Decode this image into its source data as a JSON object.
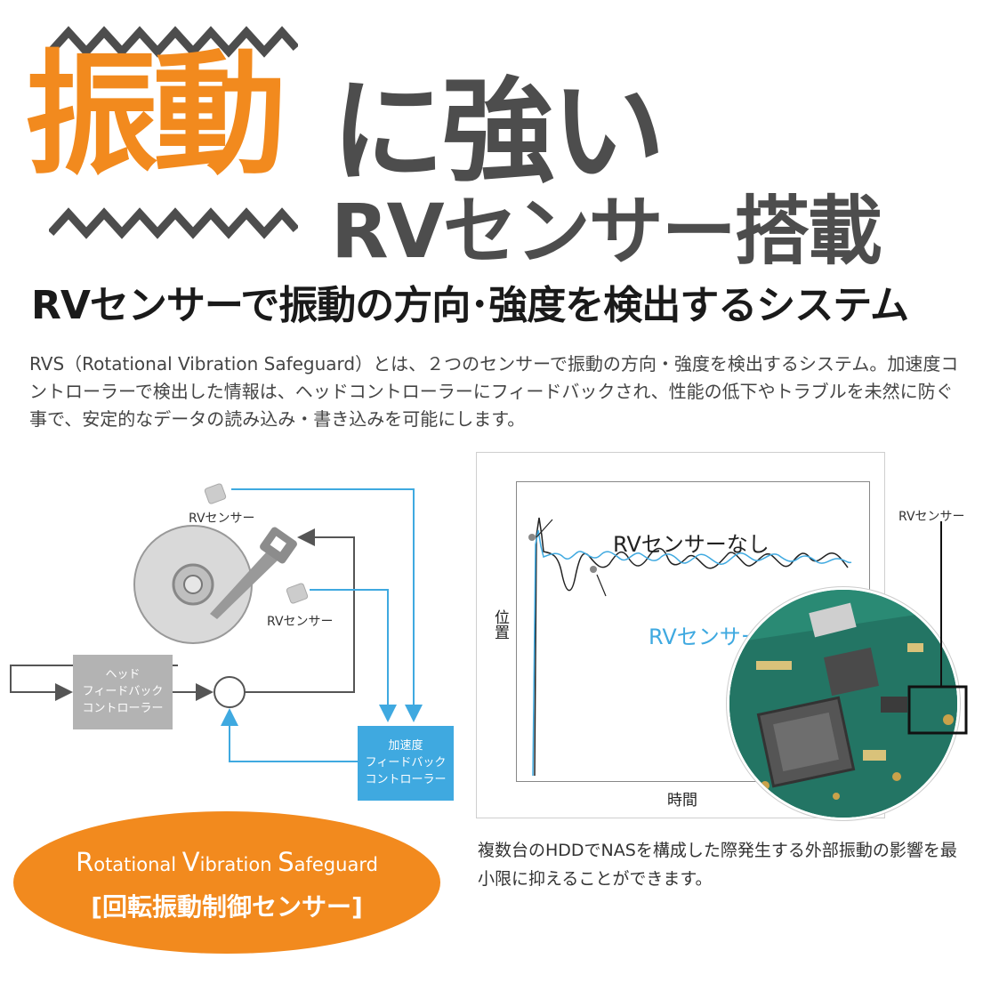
{
  "headline": {
    "main_orange": "振動",
    "main_gray": "に強い",
    "second_line": "RVセンサー搭載"
  },
  "subtitle": "RVセンサーで振動の方向･強度を検出するシステム",
  "description": "RVS（Rotational Vibration Safeguard）とは、２つのセンサーで振動の方向・強度を検出するシステム。加速度コントローラーで検出した情報は、ヘッドコントローラーにフィードバックされ、性能の低下やトラブルを未然に防ぐ事で、安定的なデータの読み込み・書き込みを可能にします。",
  "diagram": {
    "sensor_label_top": "RVセンサー",
    "sensor_label_mid": "RVセンサー",
    "head_box_lines": [
      "ヘッド",
      "フィードバック",
      "コントローラー"
    ],
    "accel_box_lines": [
      "加速度",
      "フィードバック",
      "コントローラー"
    ],
    "colors": {
      "blue": "#3fa9e0",
      "gray": "#b3b3b3",
      "line": "#555555"
    }
  },
  "chart_data": {
    "type": "line",
    "title": "",
    "xlabel": "時間",
    "ylabel": "位置",
    "series": [
      {
        "name": "RVセンサーなし",
        "color": "#222222"
      },
      {
        "name": "RVセンサー付き",
        "color": "#3fa9e0"
      }
    ]
  },
  "pcb": {
    "callout_label": "RVセンサー"
  },
  "caption": "複数台のHDDでNASを構成した際発生する外部振動の影響を最小限に抑えることができます。",
  "badge": {
    "line1_parts": [
      {
        "initial": "R",
        "rest": "otational "
      },
      {
        "initial": "V",
        "rest": "ibration "
      },
      {
        "initial": "S",
        "rest": "afeguard"
      }
    ],
    "line2": "[回転振動制御センサー]"
  },
  "colors": {
    "orange": "#f28a1e",
    "dark_gray": "#4d4d4d",
    "blue": "#3fa9e0"
  }
}
